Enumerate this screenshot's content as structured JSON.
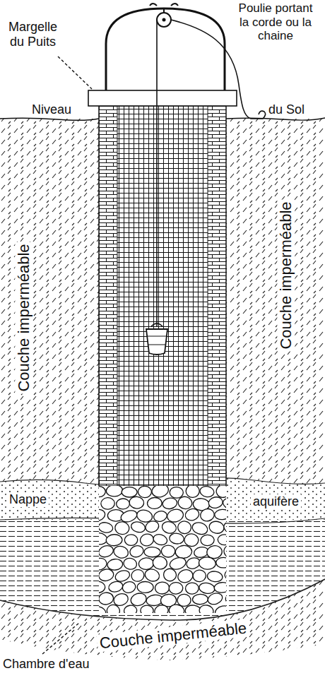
{
  "diagram": {
    "labels": [
      "Poulie portant la corde ou la chaine",
      "Margelle du Puits",
      "Niveau",
      "du Sol",
      "Couche imperméable",
      "Couche imperméable",
      "Nappe",
      "aquifère",
      "Couche imperméable",
      "Chambre d'eau"
    ]
  }
}
